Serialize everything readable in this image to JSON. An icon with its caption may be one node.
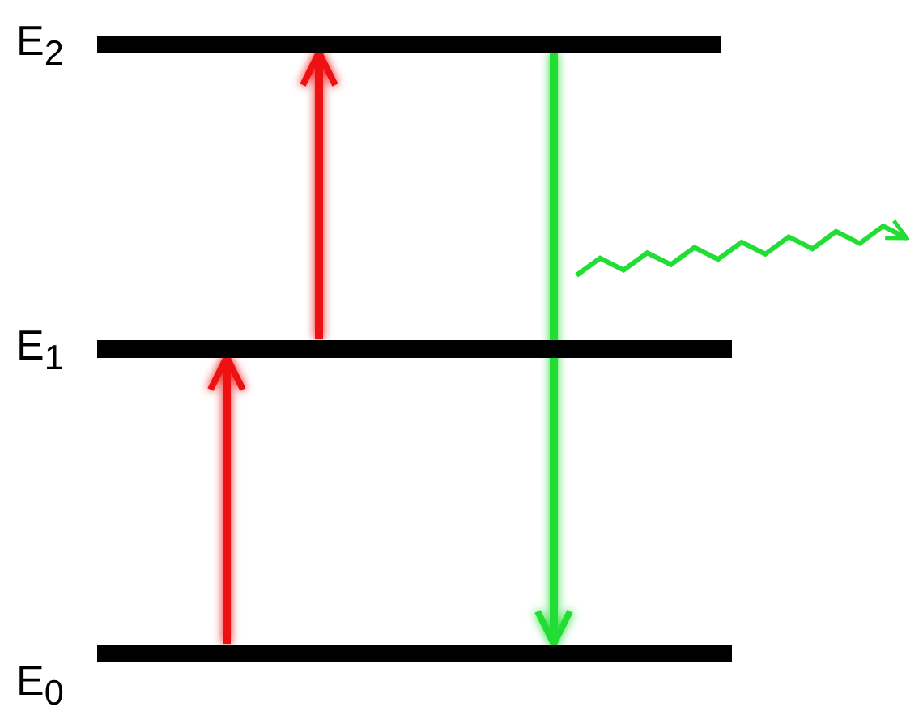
{
  "diagram": {
    "nodes": [
      {
        "text": [
          "E$_{2}$"
        ]
      },
      {
        "text": [
          "E$_{1}$"
        ]
      },
      {
        "text": [
          "E$_{0}$"
        ]
      }
    ],
    "edges": [
      {
        "from": 2,
        "to": 1,
        "arrow": "to"
      },
      {
        "from": 1,
        "to": 0,
        "arrow": "to"
      },
      {
        "from": 0,
        "to": 2,
        "arrow": "to",
        "color": "#22dd33"
      }
    ]
  }
}
